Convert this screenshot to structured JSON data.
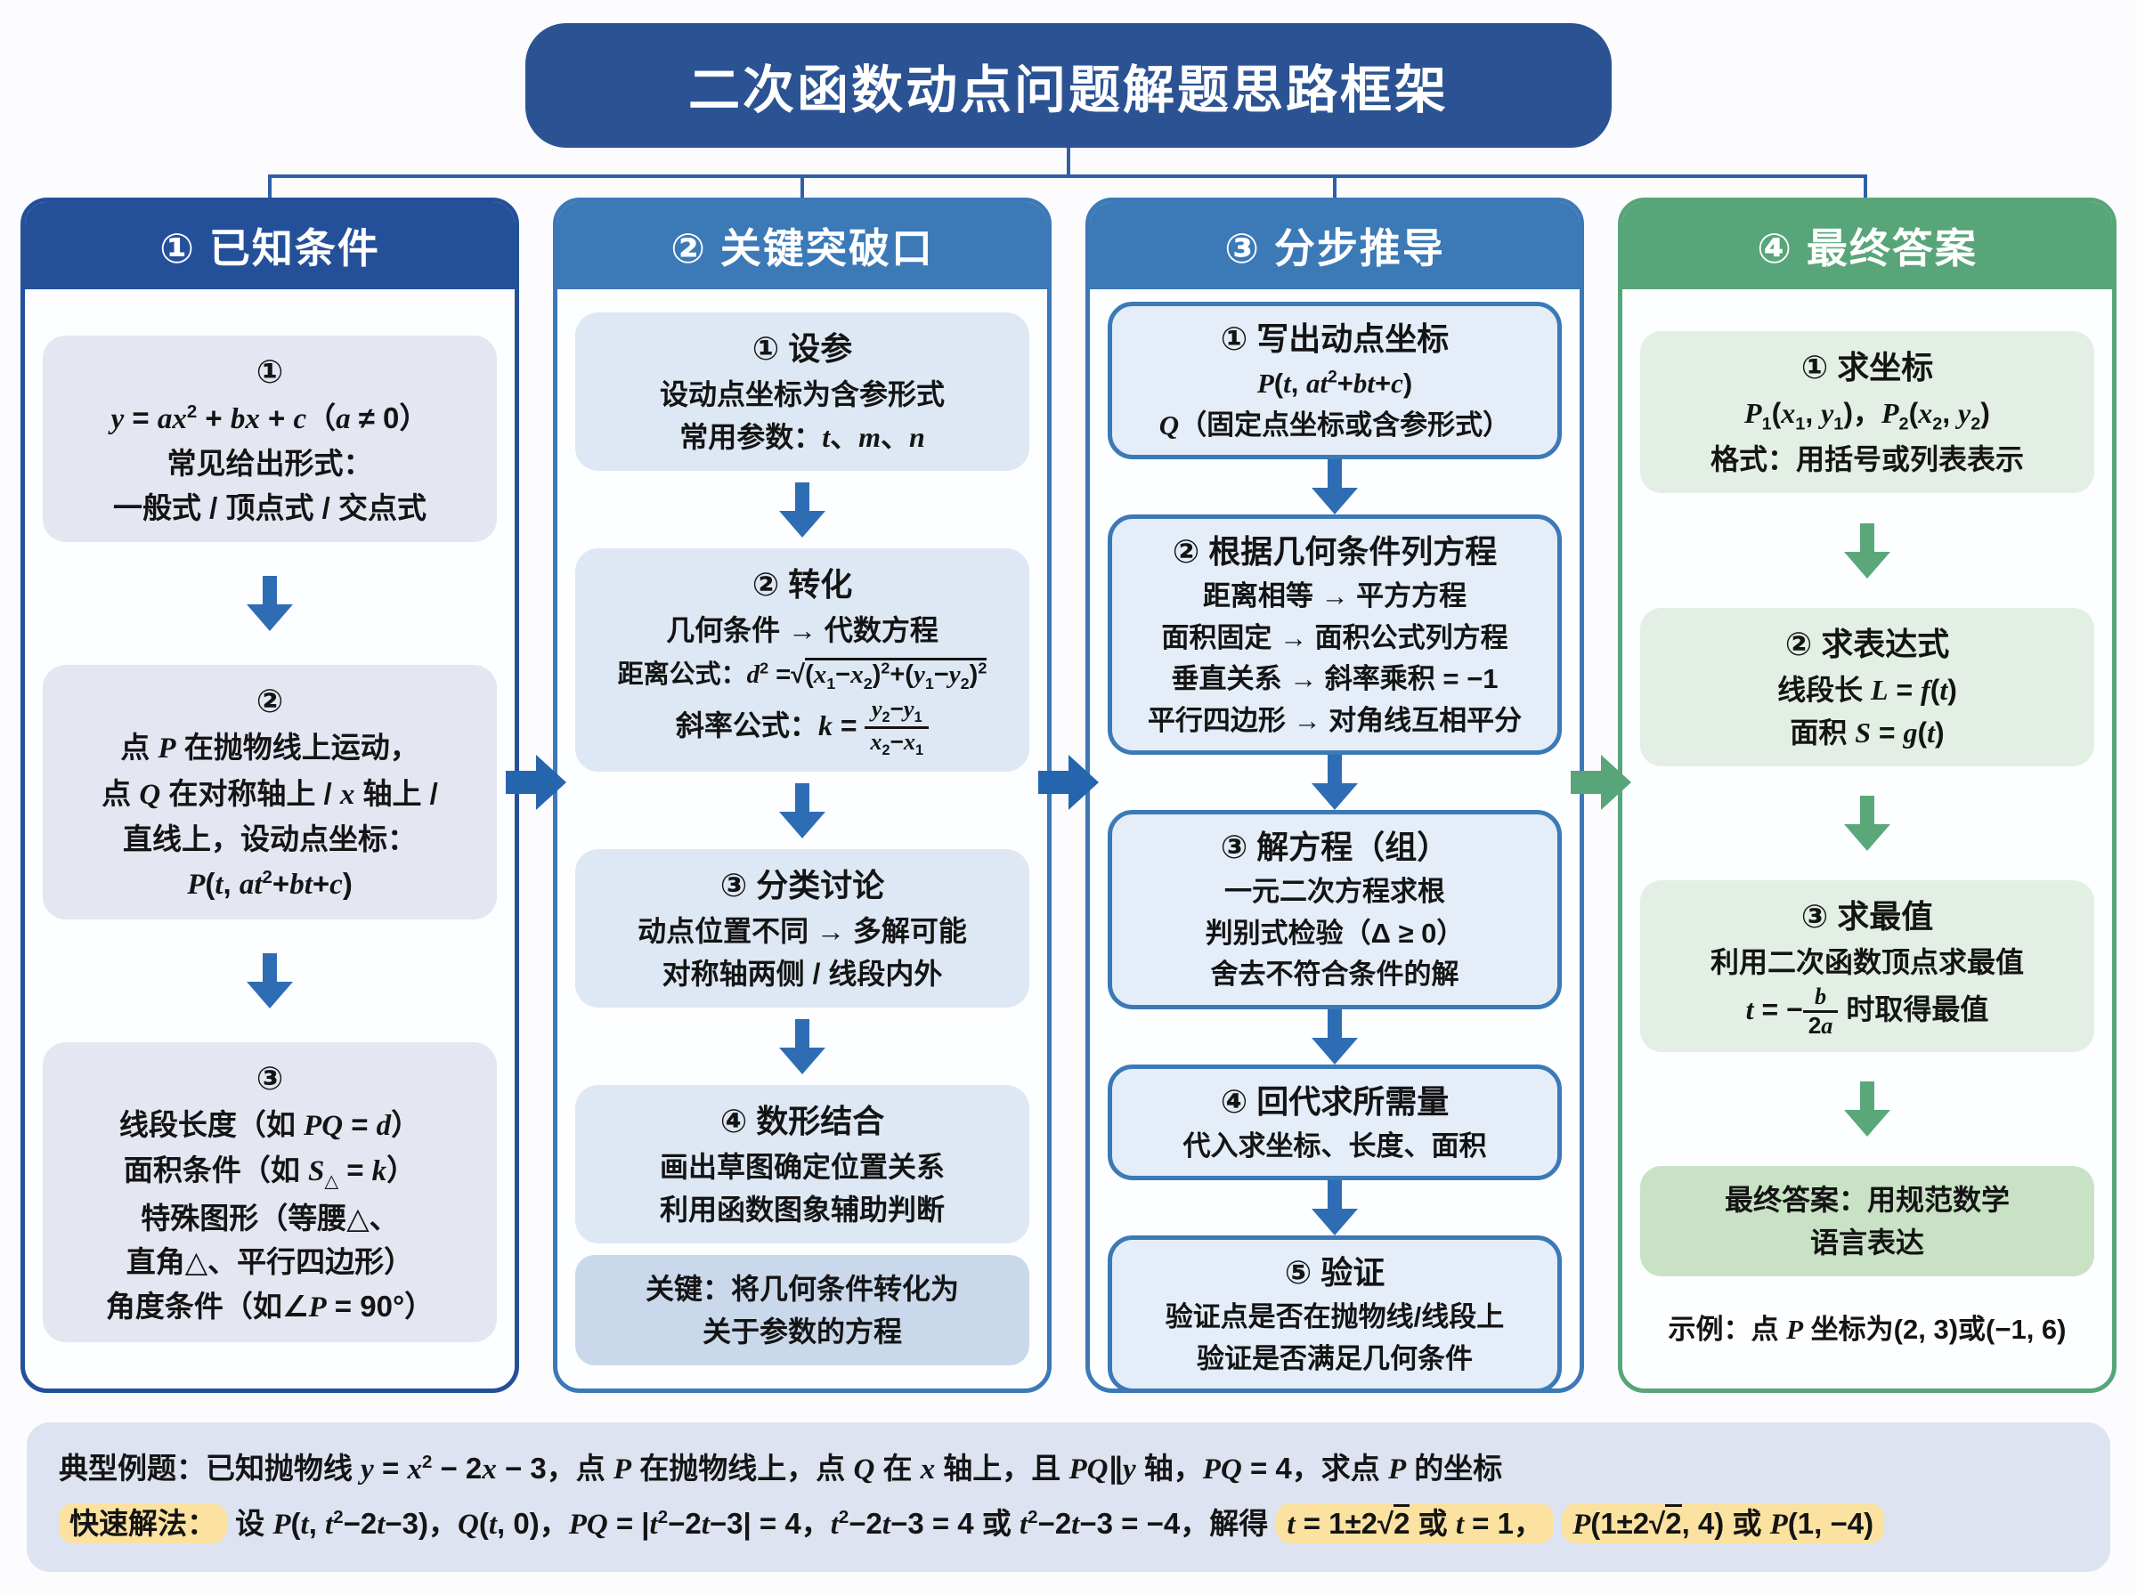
{
  "title": "二次函数动点问题解题思路框架",
  "colors": {
    "title_bg": "#2b5394",
    "col1_accent": "#24509a",
    "col2_accent": "#3b79b7",
    "col3_accent": "#3b79b7",
    "col4_accent": "#57a578",
    "arrow_blue": "#2e6db4",
    "arrow_green": "#57a578",
    "highlight_yellow": "#fbe2a0",
    "panel_bg": "#dee3f1"
  },
  "columns": [
    {
      "header": "① 已知条件",
      "boxes": [
        {
          "lines": [
            "<b>①</b>",
            "<i>y</i> = <i>ax</i><sup>2</sup> + <i>bx</i> + <i>c</i>（<i>a</i> ≠ 0）",
            "常见给出形式：",
            "一般式 / 顶点式 / 交点式"
          ]
        },
        {
          "lines": [
            "<b>②</b>",
            "点 <i>P</i> 在抛物线上运动，",
            "点 <i>Q</i> 在对称轴上 / <i>x</i> 轴上 /",
            "直线上，设动点坐标：",
            "<i>P</i>(<i>t</i>, <i>at</i><sup>2</sup>+<i>bt</i>+<i>c</i>)"
          ]
        },
        {
          "lines": [
            "<b>③</b>",
            "线段长度（如 <i>PQ</i> = <i>d</i>）",
            "面积条件（如 <i>S</i><sub>△</sub> = <i>k</i>）",
            "特殊图形（等腰△、",
            "直角△、平行四边形）",
            "角度条件（如∠<i>P</i> = 90°）"
          ]
        }
      ]
    },
    {
      "header": "② 关键突破口",
      "boxes": [
        {
          "lines": [
            "<b>① 设参</b>",
            "设动点坐标为含参形式",
            "常用参数：<i>t</i>、<i>m</i>、<i>n</i>"
          ]
        },
        {
          "lines": [
            "<b>② 转化</b>",
            "几何条件 → 代数方程",
            "<span class='sm'>距离公式：<i>d</i><sup>2</sup> =<span class='sq'>√<span class='rad'>(<i>x</i><sub>1</sub>−<i>x</i><sub>2</sub>)<sup>2</sup>+(<i>y</i><sub>1</sub>−<i>y</i><sub>2</sub>)<sup>2</sup></span></span></span>",
            "斜率公式：<i>k</i> = <span class='frac'><span class='num'><i>y</i><sub>2</sub>−<i>y</i><sub>1</sub></span><span class='den'><i>x</i><sub>2</sub>−<i>x</i><sub>1</sub></span></span>"
          ]
        },
        {
          "lines": [
            "<b>③ 分类讨论</b>",
            "动点位置不同 → 多解可能",
            "对称轴两侧 / 线段内外"
          ]
        },
        {
          "lines": [
            "<b>④ 数形结合</b>",
            "画出草图确定位置关系",
            "利用函数图象辅助判断"
          ]
        },
        {
          "lines": [
            "关键：将几何条件转化为",
            "关于参数的方程"
          ]
        }
      ]
    },
    {
      "header": "③ 分步推导",
      "boxes": [
        {
          "lines": [
            "<b>① 写出动点坐标</b>",
            "<i>P</i>(<i>t</i>, <i>at</i><sup>2</sup>+<i>bt</i>+<i>c</i>)",
            "<i>Q</i>（固定点坐标或含参形式）"
          ]
        },
        {
          "lines": [
            "<b>② 根据几何条件列方程</b>",
            "距离相等 → 平方方程",
            "面积固定 → 面积公式列方程",
            "垂直关系 → 斜率乘积 = −1",
            "平行四边形 → 对角线互相平分"
          ]
        },
        {
          "lines": [
            "<b>③ 解方程（组）</b>",
            "一元二次方程求根",
            "判别式检验（Δ ≥ 0）",
            "舍去不符合条件的解"
          ]
        },
        {
          "lines": [
            "<b>④ 回代求所需量</b>",
            "代入求坐标、长度、面积"
          ]
        },
        {
          "lines": [
            "<b>⑤ 验证</b>",
            "验证点是否在抛物线/线段上",
            "验证是否满足几何条件"
          ]
        }
      ]
    },
    {
      "header": "④ 最终答案",
      "boxes": [
        {
          "lines": [
            "<b>① 求坐标</b>",
            "<i>P</i><sub>1</sub>(<i>x</i><sub>1</sub>, <i>y</i><sub>1</sub>)，<i>P</i><sub>2</sub>(<i>x</i><sub>2</sub>, <i>y</i><sub>2</sub>)",
            "格式：用括号或列表表示"
          ]
        },
        {
          "lines": [
            "<b>② 求表达式</b>",
            "线段长 <i>L</i> = <i>f</i>(<i>t</i>)",
            "面积 <i>S</i> = <i>g</i>(<i>t</i>)"
          ]
        },
        {
          "lines": [
            "<b>③ 求最值</b>",
            "利用二次函数顶点求最值",
            "<i>t</i> = −<span class='frac'><span class='num'><i>b</i></span><span class='den'>2<i>a</i></span></span> 时取得最值"
          ]
        },
        {
          "lines": [
            "最终答案：用规范数学",
            "语言表达"
          ]
        }
      ],
      "example": "示例：点 <i>P</i> 坐标为(2, 3)或(−1, 6)"
    }
  ],
  "bottom": {
    "line1": "<b>典型例题：</b>已知抛物线 <i>y</i> = <i>x</i><sup>2</sup> − 2<i>x</i> − 3，点 <i>P</i> 在抛物线上，点 <i>Q</i> 在 <i>x</i> 轴上，且 <i>PQ</i>∥<i>y</i> 轴，<i>PQ</i> = 4，求点 <i>P</i> 的坐标",
    "line2": "<span class='hl'><b>快速解法：</b></span> 设 <i>P</i>(<i>t</i>, <i>t</i><sup>2</sup>−2<i>t</i>−3)，<i>Q</i>(<i>t</i>, 0)，<i>PQ</i> = |<i>t</i><sup>2</sup>−2<i>t</i>−3| = 4，<i>t</i><sup>2</sup>−2<i>t</i>−3 = 4 或 <i>t</i><sup>2</sup>−2<i>t</i>−3 = −4，解得 <span class='hl'><i>t</i> = 1±2<span class='sq'>√<span class='rad'>2</span></span> 或 <i>t</i> = 1，</span> <span class='hl'><i>P</i>(1±2<span class='sq'>√<span class='rad'>2</span></span>, 4) 或 <i>P</i>(1, −4)</span>"
  }
}
